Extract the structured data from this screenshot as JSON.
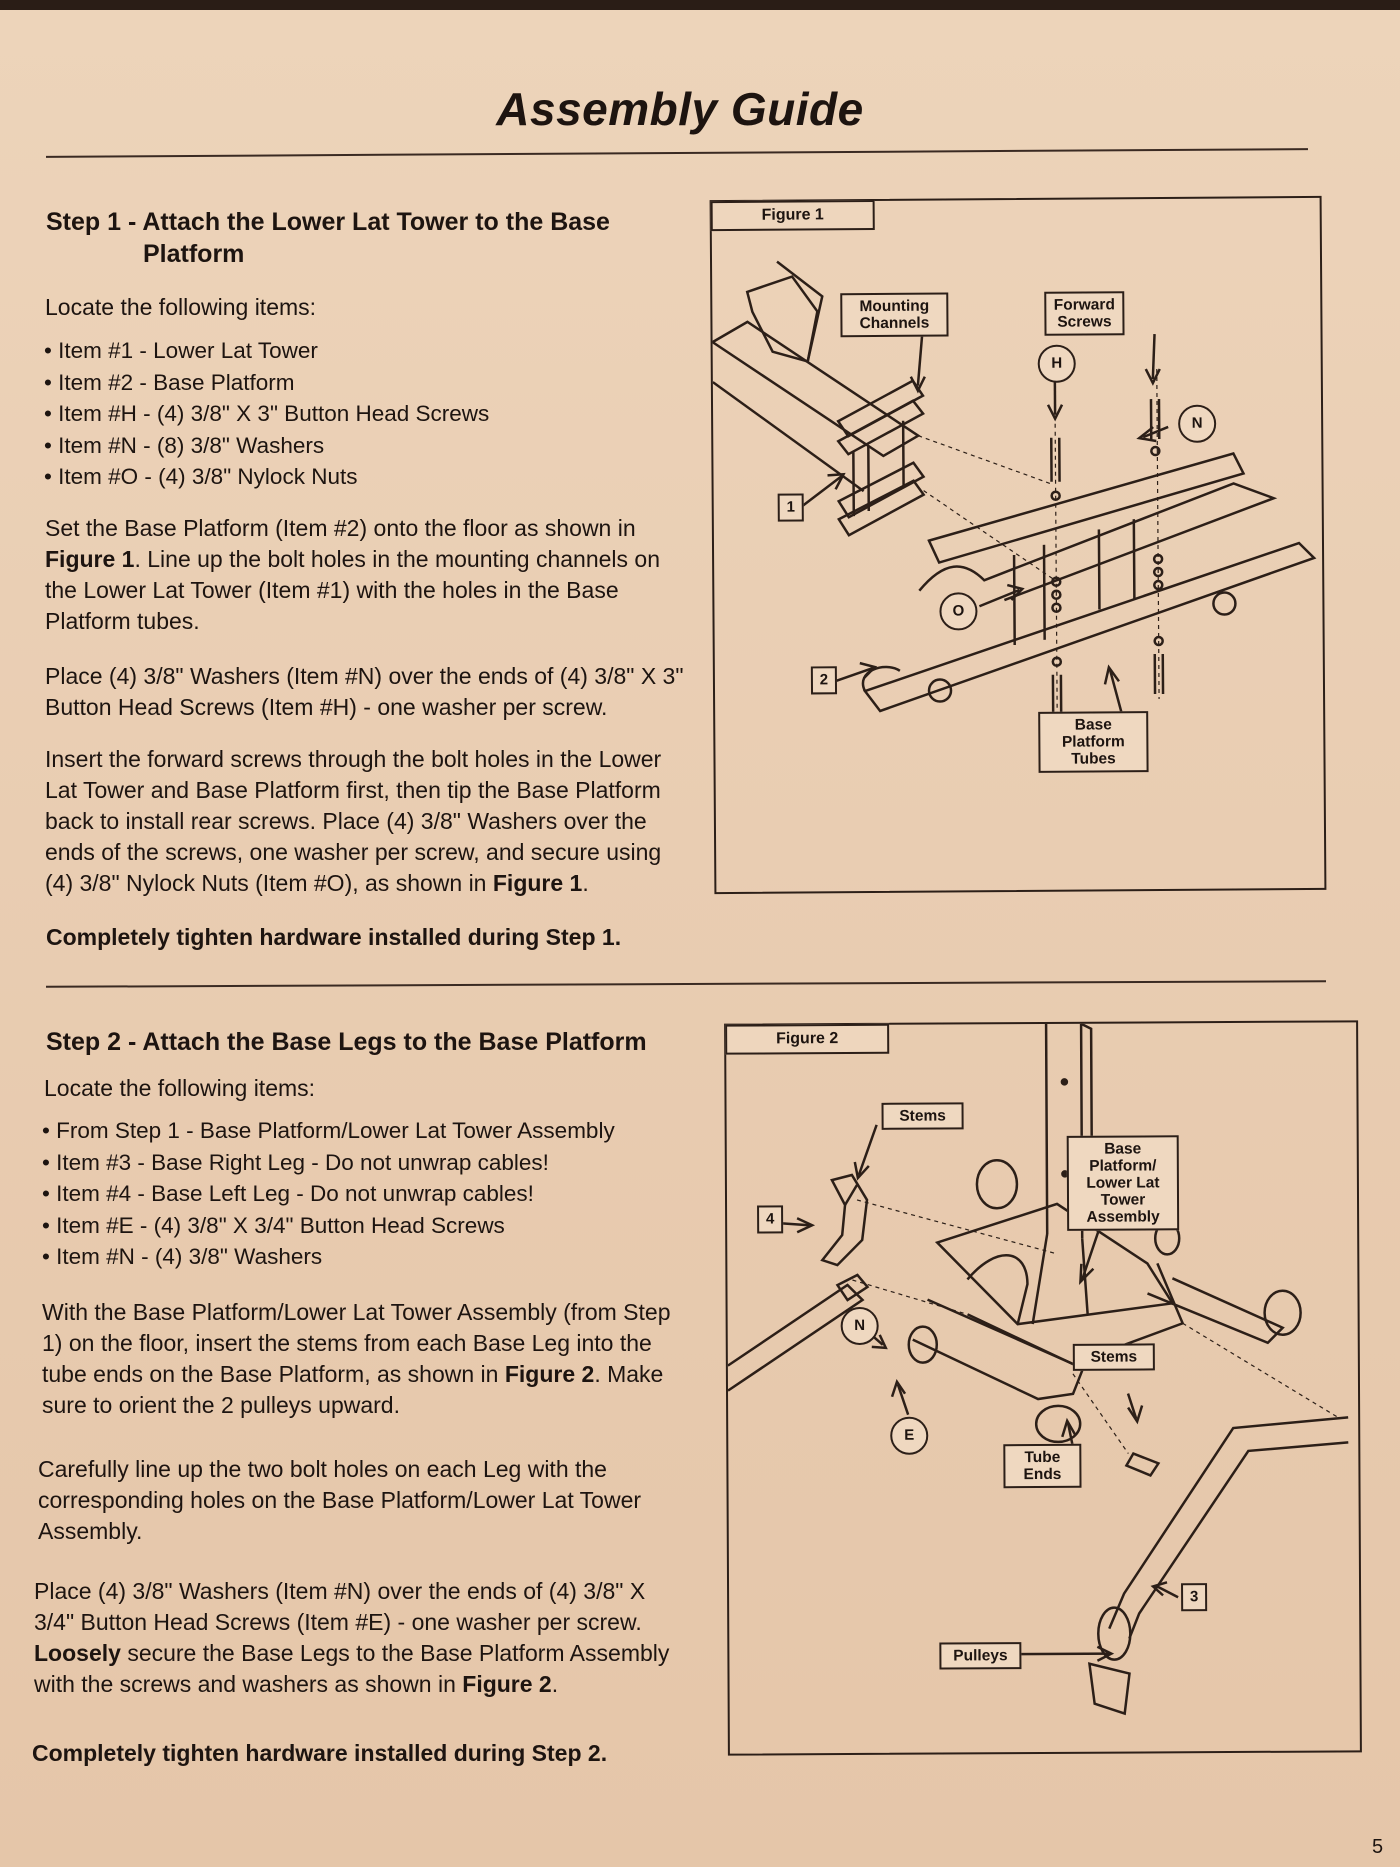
{
  "title": "Assembly Guide",
  "step1": {
    "heading_line1": "Step 1 - Attach the Lower Lat Tower to the Base",
    "heading_line2": "Platform",
    "locate": "Locate the following items:",
    "items": [
      "Item #1 - Lower Lat Tower",
      "Item #2 - Base Platform",
      "Item #H - (4) 3/8\" X 3\" Button Head Screws",
      "Item #N - (8) 3/8\" Washers",
      "Item #O - (4) 3/8\" Nylock Nuts"
    ],
    "p1_a": "Set the Base Platform (Item #2) onto the floor as shown in",
    "p1_fig": "Figure 1",
    "p1_b": ". Line up the bolt holes in the mounting channels on the Lower Lat Tower (Item #1) with the holes in the Base Platform tubes.",
    "p2": "Place (4) 3/8\" Washers (Item #N) over the ends of (4) 3/8\" X 3\" Button Head Screws (Item #H) - one washer per screw.",
    "p3_a": "Insert the forward screws through the bolt holes in the Lower Lat Tower and Base Platform first, then tip the Base Platform back to install rear screws. Place (4) 3/8\" Washers over the ends of the screws, one washer per screw, and secure using (4) 3/8\" Nylock Nuts (Item #O), as shown in",
    "p3_fig": "Figure 1",
    "p3_b": ".",
    "tighten": "Completely tighten hardware installed during Step 1."
  },
  "figure1": {
    "tab": "Figure 1",
    "mounting_channels": "Mounting Channels",
    "forward_screws": "Forward Screws",
    "base_platform_tubes": "Base Platform Tubes",
    "label_H": "H",
    "label_N": "N",
    "label_O": "O",
    "label_1": "1",
    "label_2": "2"
  },
  "step2": {
    "heading": "Step 2 - Attach the Base Legs to the Base Platform",
    "locate": "Locate the following items:",
    "items": [
      "From Step 1 - Base Platform/Lower Lat Tower Assembly",
      "Item #3 - Base Right Leg - Do not unwrap cables!",
      "Item #4 - Base Left Leg - Do not unwrap cables!",
      "Item #E - (4) 3/8\" X 3/4\" Button Head Screws",
      "Item #N - (4) 3/8\" Washers"
    ],
    "p1_a": "With the Base Platform/Lower Lat Tower Assembly (from Step 1) on the floor, insert the stems from each Base Leg into the tube ends on the Base Platform, as shown in",
    "p1_fig": "Figure 2",
    "p1_b": ". Make sure to orient the 2 pulleys upward.",
    "p2": "Carefully line up the two bolt holes on each Leg with the corresponding holes on the Base Platform/Lower Lat Tower Assembly.",
    "p3_a": "Place (4) 3/8\" Washers (Item #N) over the ends of (4) 3/8\" X 3/4\" Button Head Screws (Item #E) - one washer per screw.",
    "p3_loosely": "Loosely",
    "p3_b": "secure the Base Legs to the Base Platform Assembly with the screws and washers as shown in",
    "p3_fig": "Figure 2",
    "p3_c": ".",
    "tighten": "Completely tighten hardware installed during Step 2."
  },
  "figure2": {
    "tab": "Figure 2",
    "stems_top": "Stems",
    "stems_right": "Stems",
    "assembly": "Base Platform/ Lower Lat Tower Assembly",
    "tube_ends": "Tube Ends",
    "pulleys": "Pulleys",
    "label_N": "N",
    "label_E": "E",
    "label_3": "3",
    "label_4": "4"
  },
  "page_number": "5"
}
